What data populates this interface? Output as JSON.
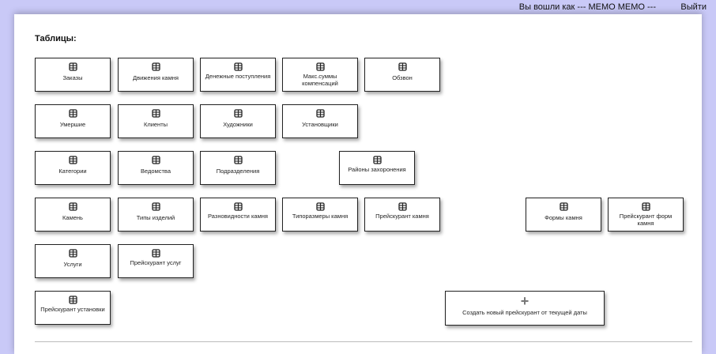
{
  "header": {
    "user_text": "Вы вошли как  --- MEMO MEMO ---",
    "logout_label": "Выйти"
  },
  "section_title": "Таблицы:",
  "tables": [
    {
      "label": "Заказы"
    },
    {
      "label": "Движения камня"
    },
    {
      "label": "Денежные поступления"
    },
    {
      "label": "Макс.суммы компенсаций"
    },
    {
      "label": "Обзвон"
    },
    {
      "label": "Умершие"
    },
    {
      "label": "Клиенты"
    },
    {
      "label": "Художники"
    },
    {
      "label": "Установщики"
    },
    {
      "label": "Категории"
    },
    {
      "label": "Ведомства"
    },
    {
      "label": "Подразделения"
    },
    {
      "label": "Районы захоронения"
    },
    {
      "label": "Камень"
    },
    {
      "label": "Типы изделий"
    },
    {
      "label": "Разновидности камня"
    },
    {
      "label": "Типоразмеры камня"
    },
    {
      "label": "Прейскурант камня"
    },
    {
      "label": "Формы камня"
    },
    {
      "label": "Прейскурант форм камня"
    },
    {
      "label": "Услуги"
    },
    {
      "label": "Прейскурант услуг"
    },
    {
      "label": "Прейскурант установки"
    }
  ],
  "create_button": {
    "icon": "plus-icon",
    "label": "Создать новый прейскурант от текущей даты"
  }
}
